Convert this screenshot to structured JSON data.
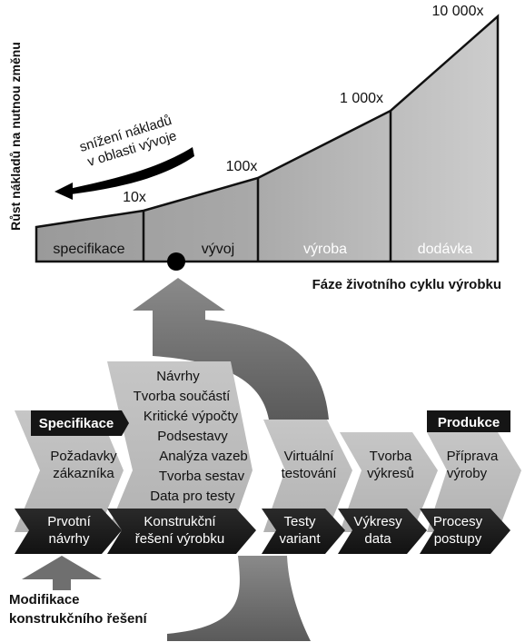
{
  "y_axis_title": "Růst nákladů na nutnou změnu",
  "x_axis_title": "Fáze životního cyklu výrobku",
  "cost_labels": [
    "10x",
    "100x",
    "1 000x",
    "10 000x"
  ],
  "trend_label_line1": "snížení nákladů",
  "trend_label_line2": "v oblasti vývoje",
  "phases": [
    "specifikace",
    "vývoj",
    "výroba",
    "dodávka"
  ],
  "badge_spec": "Specifikace",
  "badge_prod": "Produkce",
  "process_top": {
    "col1": [
      "Požadavky",
      "zákazníka"
    ],
    "col2": [
      "Návrhy",
      "Tvorba součástí",
      "Kritické výpočty",
      "Podsestavy",
      "Analýza vazeb",
      "Tvorba sestav",
      "Data pro testy"
    ],
    "col3": [
      "Virtuální",
      "testování"
    ],
    "col4": [
      "Tvorba",
      "výkresů"
    ],
    "col5": [
      "Příprava",
      "výroby"
    ]
  },
  "process_bottom": {
    "col1": [
      "Prvotní",
      "návrhy"
    ],
    "col2": [
      "Konstrukční",
      "řešení výrobku"
    ],
    "col3": [
      "Testy",
      "variant"
    ],
    "col4": [
      "Výkresy",
      "data"
    ],
    "col5": [
      "Procesy",
      "postupy"
    ]
  },
  "modification_line1": "Modifikace",
  "modification_line2": "konstrukčního řešení",
  "colors": {
    "dark_band": "#1e1e1e",
    "chevron_grey": "#b9b9b9",
    "curved_arrow": "#6e6e6e",
    "area_dark": "#9c9c9c",
    "area_light": "#c8c8c8"
  }
}
